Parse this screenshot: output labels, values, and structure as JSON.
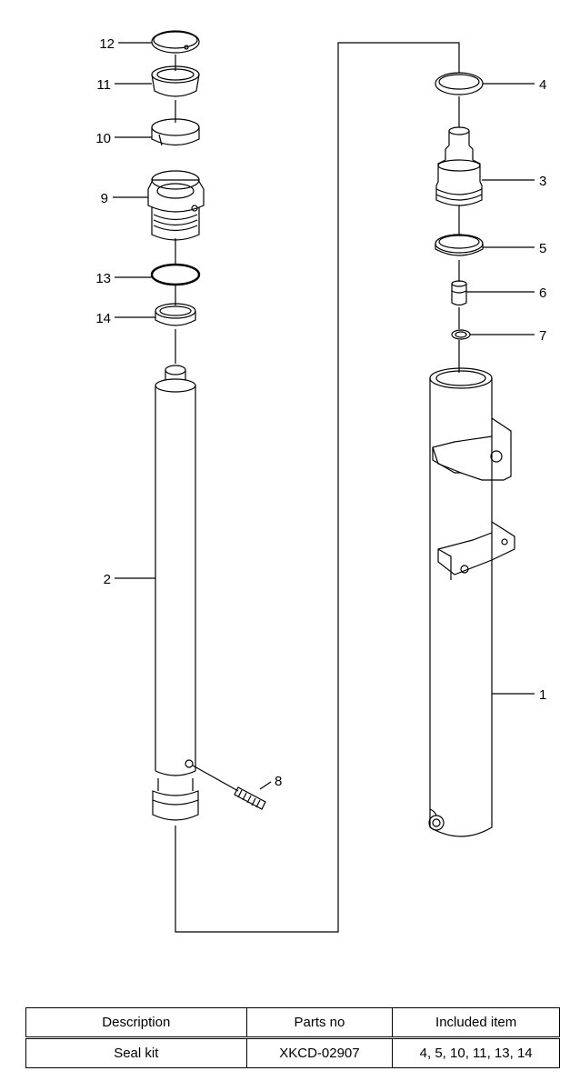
{
  "callouts": {
    "c1": "1",
    "c2": "2",
    "c3": "3",
    "c4": "4",
    "c5": "5",
    "c6": "6",
    "c7": "7",
    "c8": "8",
    "c9": "9",
    "c10": "10",
    "c11": "11",
    "c12": "12",
    "c13": "13",
    "c14": "14"
  },
  "table": {
    "headers": [
      "Description",
      "Parts no",
      "Included item"
    ],
    "rows": [
      [
        "Seal kit",
        "XKCD-02907",
        "4, 5, 10, 11, 13, 14"
      ]
    ]
  }
}
